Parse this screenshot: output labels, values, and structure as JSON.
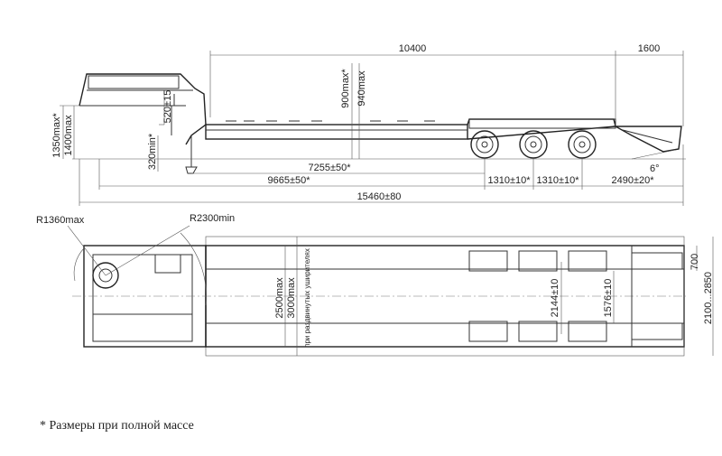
{
  "side_view": {
    "dims": {
      "len_deck": "10400",
      "len_rear": "1600",
      "h_max": "1350max*",
      "h_total": "1400max",
      "h_neck": "520±15",
      "h_min": "320min*",
      "h_deck_max": "900max*",
      "h_deck": "940max",
      "len_king_axle": "7255±50*",
      "len_front_axle": "9665±50*",
      "axle_spacing_1": "1310±10*",
      "axle_spacing_2": "1310±10*",
      "rear_overhang": "2490±20*",
      "total_length": "15460±80",
      "ramp_angle": "6°"
    }
  },
  "top_view": {
    "dims": {
      "radius_front": "R1360max",
      "radius_turn": "R2300min",
      "width_max": "2500max",
      "width_ext": "3000max",
      "width_ext_note": "при раздвинутых уширителях",
      "track_inner": "2144±10",
      "track_outer": "1576±10",
      "ramp_width": "700",
      "width_range": "2100...2850"
    }
  },
  "footnote": "* Размеры при полной массе"
}
